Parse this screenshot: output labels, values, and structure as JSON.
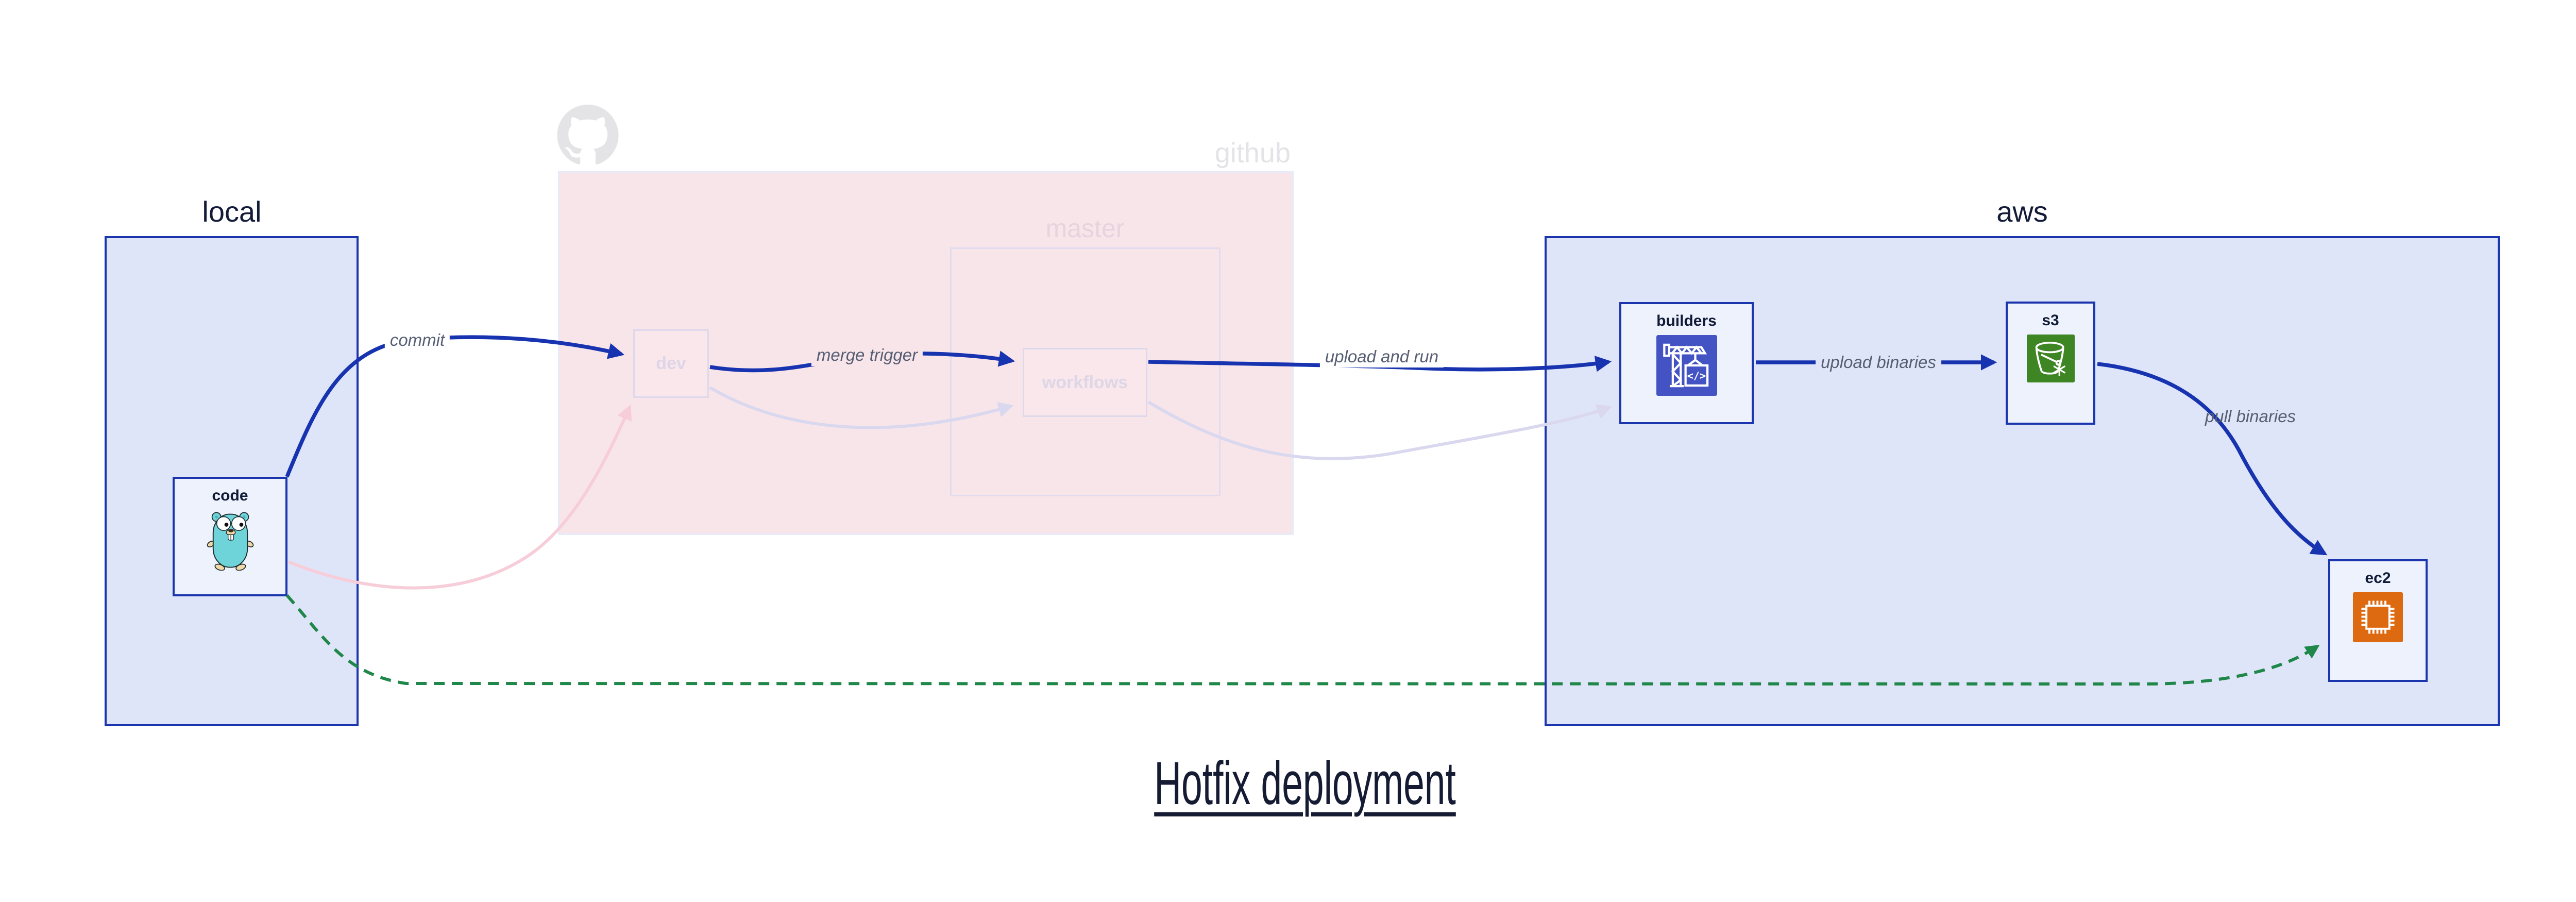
{
  "title": "Hotfix deployment",
  "zones": {
    "local": {
      "label": "local"
    },
    "github": {
      "label": "github",
      "branch_master": {
        "label": "master"
      }
    },
    "aws": {
      "label": "aws"
    }
  },
  "nodes": {
    "code": {
      "label": "code",
      "icon": "go-gopher"
    },
    "dev": {
      "label": "dev"
    },
    "workflows": {
      "label": "workflows"
    },
    "builders": {
      "label": "builders",
      "icon": "aws-codebuild-crane",
      "icon_glyph": "</>"
    },
    "s3": {
      "label": "s3",
      "icon": "s3-glacier-bucket"
    },
    "ec2": {
      "label": "ec2",
      "icon": "ec2-chip"
    }
  },
  "edges": {
    "commit": {
      "label": "commit",
      "from": "code",
      "to": "dev",
      "style": "solid",
      "color": "#1733b0"
    },
    "merge_trigger": {
      "label": "merge trigger",
      "from": "dev",
      "to": "workflows",
      "style": "solid",
      "color": "#1733b0"
    },
    "upload_and_run": {
      "label": "upload and run",
      "from": "workflows",
      "to": "builders",
      "style": "solid",
      "color": "#1733b0"
    },
    "upload_binaries": {
      "label": "upload binaries",
      "from": "builders",
      "to": "s3",
      "style": "solid",
      "color": "#1733b0"
    },
    "pull_binaries": {
      "label": "pull binaries",
      "from": "s3",
      "to": "ec2",
      "style": "solid",
      "color": "#1733b0"
    },
    "hotfix_direct_deploy": {
      "from": "code",
      "to": "ec2",
      "style": "dashed",
      "color": "#1f8749"
    },
    "faded_commit": {
      "from": "code",
      "to": "dev",
      "style": "faded",
      "color": "#f6cdd8"
    },
    "faded_merge": {
      "from": "dev",
      "to": "workflows",
      "style": "faded",
      "color": "#dad8ef"
    },
    "faded_upload_and_run": {
      "from": "workflows",
      "to": "builders",
      "style": "faded",
      "color": "#dad8ef"
    }
  },
  "colors": {
    "zone_fill": "#dfe5f8",
    "zone_border": "#1a35ad",
    "node_fill": "#eef2fc",
    "github_fill": "#f8e5ea",
    "github_border": "#e7eaf8",
    "ghost_border": "#ddd8ea",
    "ghost_text": "#ded6e7",
    "master_text": "#e8d2dd",
    "github_text": "#e4e4e8",
    "edge_label_text": "#565e73",
    "dark_text": "#131b38",
    "blue_arrow": "#1733b0",
    "green_arrow": "#1f8749",
    "codebuild_indigo": "#4353c4",
    "s3_green": "#3e8624",
    "ec2_orange": "#dd6a10",
    "gopher_teal": "#6fd3da"
  }
}
